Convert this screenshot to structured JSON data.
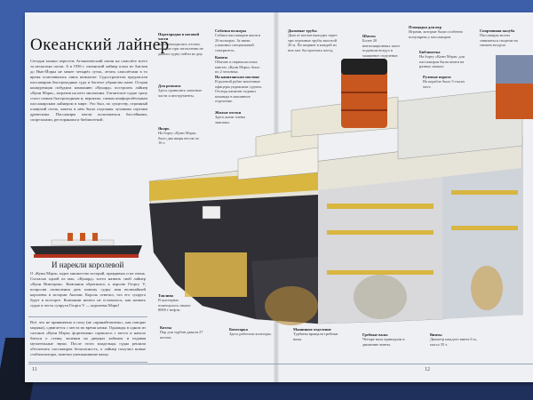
{
  "left_page": {
    "title": "Океанский лайнер",
    "intro": "Сегодня можно пересечь Атлантический океан на самолёте всего за несколько часов. А в 1936 г. океанский лайнер плыл из Англии до Нью-Йорка не менее четырёх суток, летать самолётами в то время осмеливались лишь немногие. Судостроители предлагали пассажирам быстроходные суда и богатое убранство кают. Острая конкуренция побудила компанию «Кунард» построить лайнер «Куин Мэри», затратив на него миллионы. Гигантское судно сразу стало самым быстроходным и, вероятно, самым комфортабельным пассажирским лайнером в мире. Это был, по существу, огромный плавучий отель, каюты в нём были отделаны лучшими сортами древесины. Пассажиры могли пользоваться бассейнами, спортзалами, ресторанами и библиотекой.",
    "subtitle": "И нарекли королевой",
    "subtitle_text": "О «Куин Мэри» ходит множество историй, правдивых и не очень. Согласно одной из них, «Кунард» хотел назвать свой лайнер «Куин Виктория». Компания обратилась к королю Георгу V, испросив позволения дать новому судну имя величайшей королевы в истории Англии. Король ответил, что его супруга будет в восторге. Компании ничего не оставалось, как назвать судно в честь супруги Георга V — королевы Мэри!",
    "box_text": "Всё, что не привинчено к полу (не «принайтовлено», как говорят моряки), сдвигается с места во время качки. Однажды в одном из салонов «Куин Мэри» фортепиано сорвалось с места и начало биться о стены, валенки на дверцах кабинок и издавая мучительные звуки. После этого владельцы судна решили обеспечить пассажиров безопасность, а лайнер получил новые стабилизаторы, заметно уменьшившие качку.",
    "page_number": "11"
  },
  "right_page": {
    "page_number": "12",
    "labels": [
      {
        "title": "Перегородки в носовой части",
        "text": "Здесь находились отсеки, которые при затоплении не давали судну пойти ко дну."
      },
      {
        "title": "Собачьи вольеры",
        "text": "Собаки пассажиров жили в 26 вольерах. За ними ухаживал специальный смотритель."
      },
      {
        "title": "Каюты",
        "text": "Обычно в первоклассных каютах «Куин Мэри» было по 2 человека."
      },
      {
        "title": "На капитанском мостике",
        "text": "В рулевой рубке вахтенные офицеры управляли судном. Отсюда капитан отдавал команды в машинное отделение."
      },
      {
        "title": "Для ремонта",
        "text": "Здесь хранились запасные части и инструменты."
      },
      {
        "title": "Якорь",
        "text": "На борту «Куин Мэри» было два якоря весом по 16 т."
      },
      {
        "title": "Жилые отсеки",
        "text": "Здесь жили члены экипажа."
      },
      {
        "title": "Дымовые трубы",
        "text": "Дым от котлов выходил через три огромные трубы высотой 20 м. По ширине в каждой из них мог бы проехать поезд."
      },
      {
        "title": "Шахты",
        "text": "Более 20 вентиляционных шахт подавали воздух в машинное отделение."
      },
      {
        "title": "Площадка для игр",
        "text": "Играми, которые были особенно популярны у пассажиров."
      },
      {
        "title": "Библиотека",
        "text": "На борту «Куин Мэри» для пассажиров были книги на разных языках."
      },
      {
        "title": "Рулевые ворота",
        "text": "На корабле было 5 тысяч мест."
      },
      {
        "title": "Спортивная палуба",
        "text": "Пассажиры могли заниматься спортом на свежем воздухе."
      },
      {
        "title": "Топливо",
        "text": "В цистернах помещалось свыше 8000 т нефти."
      },
      {
        "title": "Котлы",
        "text": "Пар для турбин давали 27 котлов."
      },
      {
        "title": "Кочегарка",
        "text": "Здесь работали кочегары."
      },
      {
        "title": "Машинное отделение",
        "text": "Турбины вращали гребные валы."
      },
      {
        "title": "Гребные валы",
        "text": "Четыре вала приводили в движение винты."
      },
      {
        "title": "Винты",
        "text": "Диаметр каждого винта 6 м, масса 35 т."
      }
    ]
  },
  "colors": {
    "background": "#3d5ea8",
    "paper": "#eef0f3",
    "hull": "#2e2e33",
    "funnel": "#c8571f",
    "deck": "#d8b640"
  }
}
